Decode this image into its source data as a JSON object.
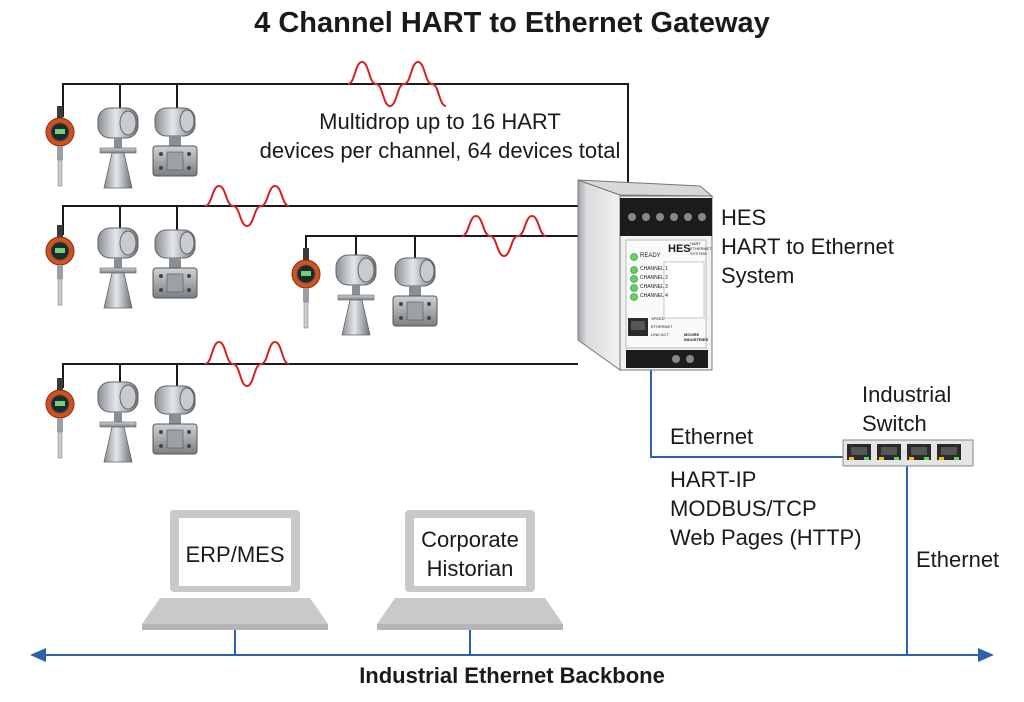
{
  "title": "4 Channel HART to Ethernet Gateway",
  "multidrop": {
    "line1": "Multidrop up to 16 HART",
    "line2": "devices per channel, 64 devices total"
  },
  "hes": {
    "line1": "HES",
    "line2": "HART to Ethernet",
    "line3": "System",
    "panel": {
      "brand": "HES",
      "brand_sub1": "HART",
      "brand_sub2": "ETHERNET",
      "brand_sub3": "SYSTEM",
      "ready": "READY",
      "channels": [
        "CHANNEL 1",
        "CHANNEL 2",
        "CHANNEL 3",
        "CHANNEL 4"
      ],
      "speed": "SPEED",
      "ethernet": "ETHERNET",
      "link_act": "LINK ACT",
      "maker1": "MOORE",
      "maker2": "INDUSTRIES"
    }
  },
  "switch": {
    "line1": "Industrial",
    "line2": "Switch"
  },
  "ethernet_label_upper": "Ethernet",
  "ethernet_label_right": "Ethernet",
  "protocols": [
    "HART-IP",
    "MODBUS/TCP",
    "Web Pages (HTTP)"
  ],
  "laptops": [
    {
      "line1": "ERP/MES",
      "line2": ""
    },
    {
      "line1": "Corporate",
      "line2": "Historian"
    }
  ],
  "backbone": "Industrial Ethernet Backbone",
  "colors": {
    "hart_wave": "#d42020",
    "ethernet_line": "#2f5faf",
    "wire": "#1a1a1a",
    "module_body": "#e6e6e6",
    "led": "#5fd45f",
    "indicator_orange": "#d4501e"
  },
  "icons": [
    "temperature-transmitter-icon",
    "radar-level-transmitter-icon",
    "pressure-transmitter-icon",
    "laptop-icon",
    "network-switch-icon",
    "din-rail-module-icon"
  ]
}
